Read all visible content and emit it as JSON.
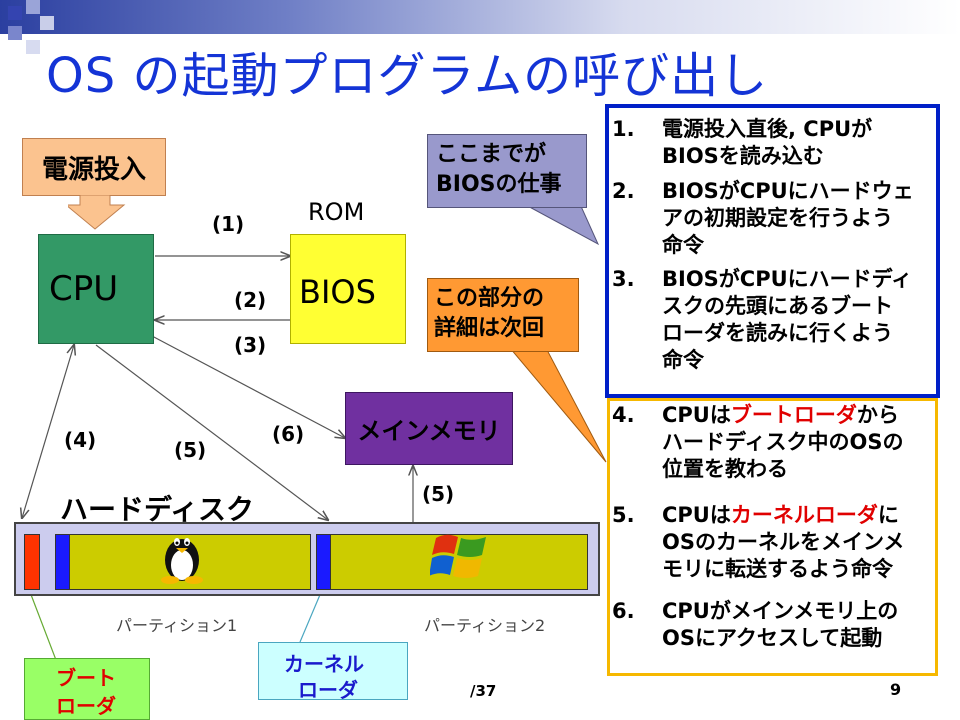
{
  "slide": {
    "title": "OS の起動プログラムの呼び出し",
    "page_fraction": "/37",
    "page_number": "9"
  },
  "diagram": {
    "power_on": "電源投入",
    "cpu": "CPU",
    "rom": "ROM",
    "bios": "BIOS",
    "main_memory": "メインメモリ",
    "hard_disk": "ハードディスク",
    "partition1": "パーティション1",
    "partition2": "パーティション2",
    "boot_loader_1": "ブート",
    "boot_loader_2": "ローダ",
    "kernel_loader_1": "カーネル",
    "kernel_loader_2": "ローダ",
    "steps": [
      "(1)",
      "(2)",
      "(3)",
      "(4)",
      "(5)",
      "(6)",
      "(5)"
    ]
  },
  "callouts": {
    "bios_job_1": "ここまでが",
    "bios_job_2": "BIOSの仕事",
    "next_time_1": "この部分の",
    "next_time_2": "詳細は次回"
  },
  "list": {
    "items": [
      {
        "num": "1.",
        "lines": [
          "電源投入直後, CPUが",
          "BIOSを読み込む"
        ]
      },
      {
        "num": "2.",
        "lines": [
          "BIOSがCPUにハードウェ",
          "アの初期設定を行うよう",
          "命令"
        ]
      },
      {
        "num": "3.",
        "lines": [
          "BIOSがCPUにハードディ",
          "スクの先頭にあるブート",
          "ローダを読みに行くよう",
          "命令"
        ]
      },
      {
        "num": "4.",
        "pre": "CPUは",
        "highlight": "ブートローダ",
        "post": "から",
        "lines": [
          "ハードディスク中のOSの",
          "位置を教わる"
        ]
      },
      {
        "num": "5.",
        "pre": "CPUは",
        "highlight": "カーネルローダ",
        "post": "に",
        "lines": [
          "OSのカーネルをメインメ",
          "モリに転送するよう命令"
        ]
      },
      {
        "num": "6.",
        "lines": [
          "CPUがメインメモリ上の",
          "OSにアクセスして起動"
        ]
      }
    ]
  },
  "colors": {
    "title": "#1434d6",
    "cpu_box": "#339966",
    "bios_box": "#ffff33",
    "memory_box": "#7030a0",
    "power_box": "#fbc38f",
    "callout_blue": "#9999cc",
    "callout_orange": "#ff9933",
    "partition": "#cccc00",
    "boot_loader_box": "#99ff66",
    "kernel_loader_box": "#ccffff",
    "list_border_blue": "#0020c8",
    "list_border_orange": "#f6b800",
    "highlight": "#e00000"
  }
}
